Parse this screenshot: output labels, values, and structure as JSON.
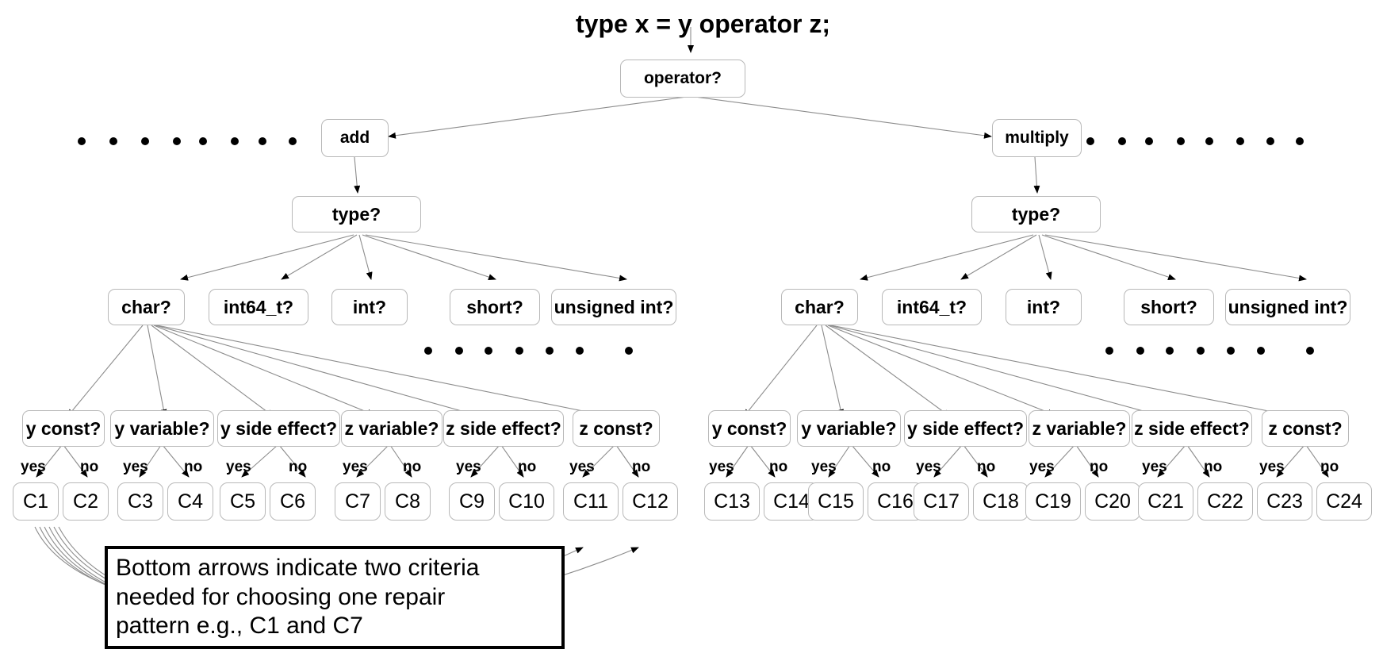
{
  "title": "type x = y operator z;",
  "root": {
    "label": "operator?"
  },
  "operators": [
    {
      "label": "add"
    },
    {
      "label": "multiply"
    }
  ],
  "type_nodes": [
    {
      "label": "type?"
    },
    {
      "label": "type?"
    }
  ],
  "types": [
    "char?",
    "int64_t?",
    "int?",
    "short?",
    "unsigned int?"
  ],
  "criteria_questions": [
    "y const?",
    "y variable?",
    "y side effect?",
    "z variable?",
    "z side effect?",
    "z const?"
  ],
  "branch_labels": {
    "yes": "yes",
    "no": "no"
  },
  "left_patterns": [
    "C1",
    "C2",
    "C3",
    "C4",
    "C5",
    "C6",
    "C7",
    "C8",
    "C9",
    "C10",
    "C11",
    "C12"
  ],
  "right_patterns": [
    "C13",
    "C14",
    "C15",
    "C16",
    "C17",
    "C18",
    "C19",
    "C20",
    "C21",
    "C22",
    "C23",
    "C24"
  ],
  "ellipsis": {
    "left_operator_dots": 8,
    "right_operator_dots": 8,
    "left_type_dots": 7,
    "right_type_dots": 7
  },
  "annotation": {
    "line1": "Bottom arrows indicate two criteria",
    "line2": "needed for choosing one repair",
    "line3": "pattern e.g., C1 and C7"
  },
  "colors": {
    "node_border": "#b8b8b8",
    "edge": "#8c8c8c",
    "text": "#000000",
    "background": "#ffffff",
    "annotation_border": "#000000"
  }
}
